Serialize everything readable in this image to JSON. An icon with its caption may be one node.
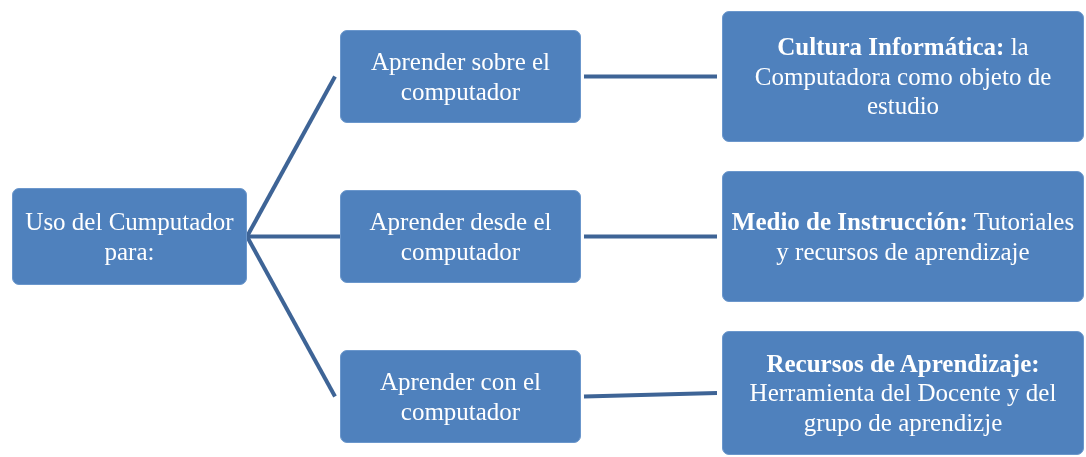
{
  "diagram": {
    "nodes": [
      {
        "text": [
          "Uso del Cumputador para:"
        ]
      },
      {
        "text": [
          "Aprender sobre el computador"
        ]
      },
      {
        "text": [
          "Aprender desde el computador"
        ]
      },
      {
        "text": [
          "Aprender con el computador"
        ]
      },
      {
        "text": [
          "**Cultura Informática:** la Computadora como objeto de estudio"
        ]
      },
      {
        "text": [
          "**Medio de Instrucción:** Tutoriales y recursos de aprendizaje"
        ]
      },
      {
        "text": [
          "**Recursos de Aprendizaje:** Herramienta del Docente y del grupo de aprendizje"
        ]
      }
    ],
    "edges": [
      {
        "from": 0,
        "to": 1,
        "arrow": "none"
      },
      {
        "from": 0,
        "to": 2,
        "arrow": "none"
      },
      {
        "from": 0,
        "to": 3,
        "arrow": "none"
      },
      {
        "from": 1,
        "to": 4,
        "arrow": "none"
      },
      {
        "from": 2,
        "to": 5,
        "arrow": "none"
      },
      {
        "from": 3,
        "to": 6,
        "arrow": "none"
      }
    ]
  }
}
